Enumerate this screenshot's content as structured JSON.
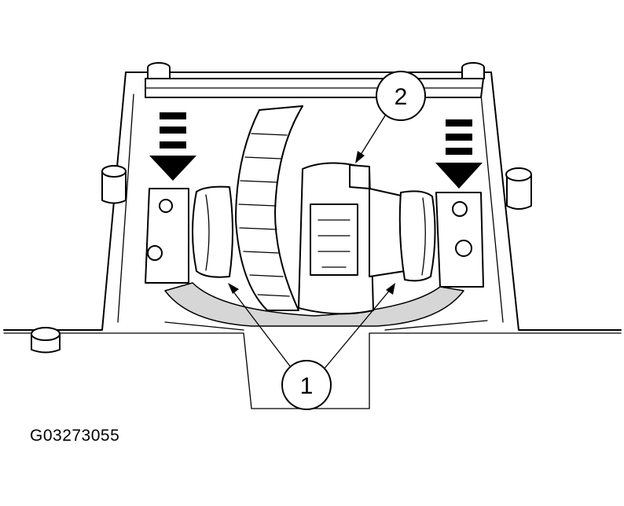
{
  "figure": {
    "code": "G03273055",
    "callouts": [
      {
        "id": "1",
        "label": "1"
      },
      {
        "id": "2",
        "label": "2"
      }
    ]
  },
  "colors": {
    "line": "#000000",
    "background": "#ffffff",
    "shade": "#d6d6d6"
  }
}
